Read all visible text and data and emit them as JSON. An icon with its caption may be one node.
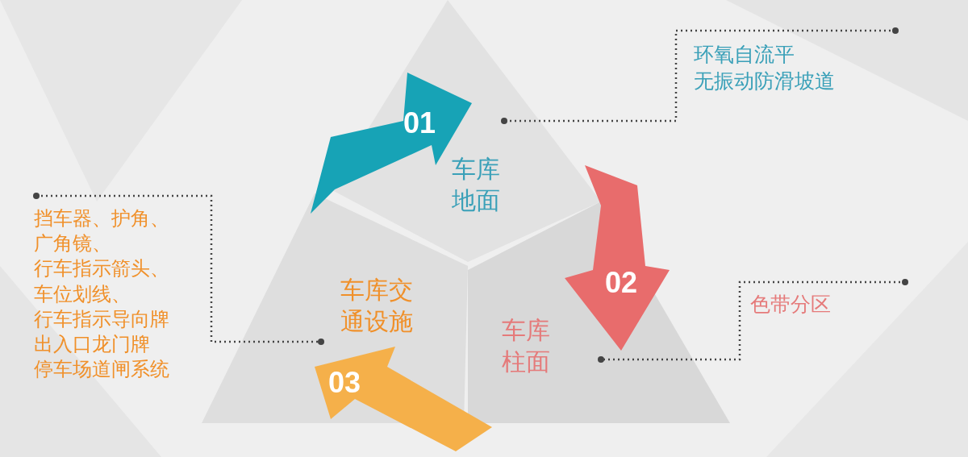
{
  "diagram": {
    "nodes": [
      {
        "text": [
          "车库地面"
        ]
      },
      {
        "text": [
          "车库柱面"
        ]
      },
      {
        "text": [
          "车库交通设施"
        ]
      },
      {
        "text": [
          "01"
        ]
      },
      {
        "text": [
          "02"
        ]
      },
      {
        "text": [
          "03"
        ]
      },
      {
        "text": [
          "环氧自流平",
          "无振动防滑坡道"
        ]
      },
      {
        "text": [
          "色带分区"
        ]
      },
      {
        "text": [
          "挡车器、护角、",
          "广角镜、",
          "行车指示箭头、",
          "车位划线、",
          "行车指示导向牌",
          "出入口龙门牌",
          "停车场道闸系统"
        ]
      }
    ],
    "edges": [
      {
        "from": 6,
        "to": 0,
        "arrow": "other",
        "style": "dashed"
      },
      {
        "from": 7,
        "to": 1,
        "arrow": "other",
        "style": "dashed"
      },
      {
        "from": 8,
        "to": 2,
        "arrow": "other",
        "style": "dashed"
      }
    ]
  }
}
